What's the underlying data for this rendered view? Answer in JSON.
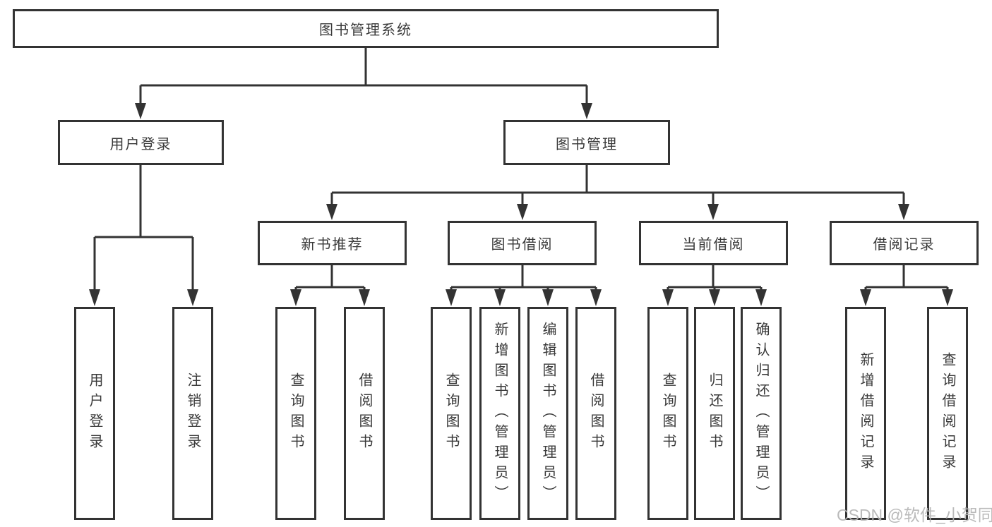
{
  "diagram": {
    "root": "图书管理系统",
    "level2": [
      "用户登录",
      "图书管理"
    ],
    "level3": [
      "新书推荐",
      "图书借阅",
      "当前借阅",
      "借阅记录"
    ],
    "level4": {
      "user_login": [
        "用户登录",
        "注销登录"
      ],
      "new_book_recommend": [
        "查询图书",
        "借阅图书"
      ],
      "book_borrow": [
        "查询图书",
        "新增图书（管理员）",
        "编辑图书（管理员）",
        "借阅图书"
      ],
      "current_borrow": [
        "查询图书",
        "归还图书",
        "确认归还（管理员）"
      ],
      "borrow_records": [
        "新增借阅记录",
        "查询借阅记录"
      ]
    }
  },
  "watermark": "CSDN @软件_小贺同学",
  "colors": {
    "line": "#333333",
    "text": "#3a3a3a",
    "watermark": "#b5b5b5",
    "background": "#ffffff"
  }
}
